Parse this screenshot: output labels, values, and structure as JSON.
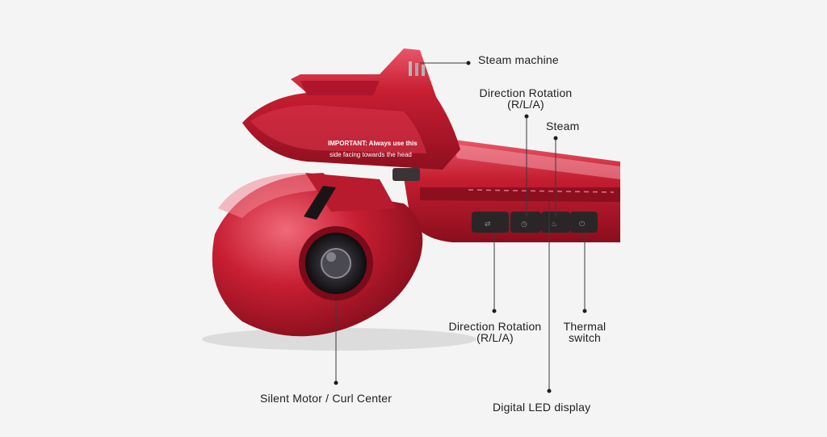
{
  "image": {
    "subject": "curling-iron",
    "accent_color": "#c81e32",
    "button_color": "#2a2627",
    "background_color": "#f4f4f4"
  },
  "product": {
    "warning_line_1": "IMPORTANT: Always use this",
    "warning_line_2": "side facing towards the head"
  },
  "callouts": {
    "steam_machine": "Steam machine",
    "direction_rotation_top": [
      "Direction Rotation",
      "(R/L/A)"
    ],
    "steam": "Steam",
    "direction_rotation_bottom": [
      "Direction Rotation",
      "(R/L/A)"
    ],
    "thermal_switch": [
      "Thermal",
      "switch"
    ],
    "silent_motor": "Silent Motor / Curl Center",
    "digital_led": "Digital LED display"
  }
}
